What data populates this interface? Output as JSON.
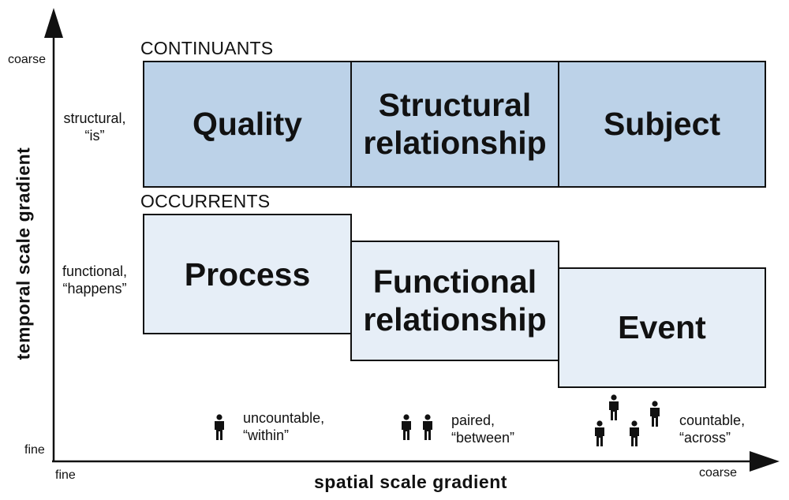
{
  "diagram": {
    "sections": {
      "continuants": "CONTINUANTS",
      "occurrents": "OCCURRENTS"
    },
    "boxes": {
      "quality": "Quality",
      "structural_relationship": [
        "Structural",
        "relationship"
      ],
      "subject": "Subject",
      "process": "Process",
      "functional_relationship": [
        "Functional",
        "relationship"
      ],
      "event": "Event"
    },
    "row_labels": {
      "structural": [
        "structural,",
        "“is”"
      ],
      "functional": [
        "functional,",
        "“happens”"
      ]
    },
    "y_axis": {
      "title": "temporal scale gradient",
      "top": "coarse",
      "bottom": "fine"
    },
    "x_axis": {
      "title": "spatial scale gradient",
      "left": "fine",
      "right": "coarse"
    },
    "scale_labels": {
      "uncountable": [
        "uncountable,",
        "“within”"
      ],
      "paired": [
        "paired,",
        "“between”"
      ],
      "countable": [
        "countable,",
        "“across”"
      ]
    },
    "icons": {
      "person": "person-icon"
    },
    "colors": {
      "continuant_fill": "#bcd2e8",
      "occurrent_fill": "#e6eef7",
      "stroke": "#111111"
    }
  }
}
